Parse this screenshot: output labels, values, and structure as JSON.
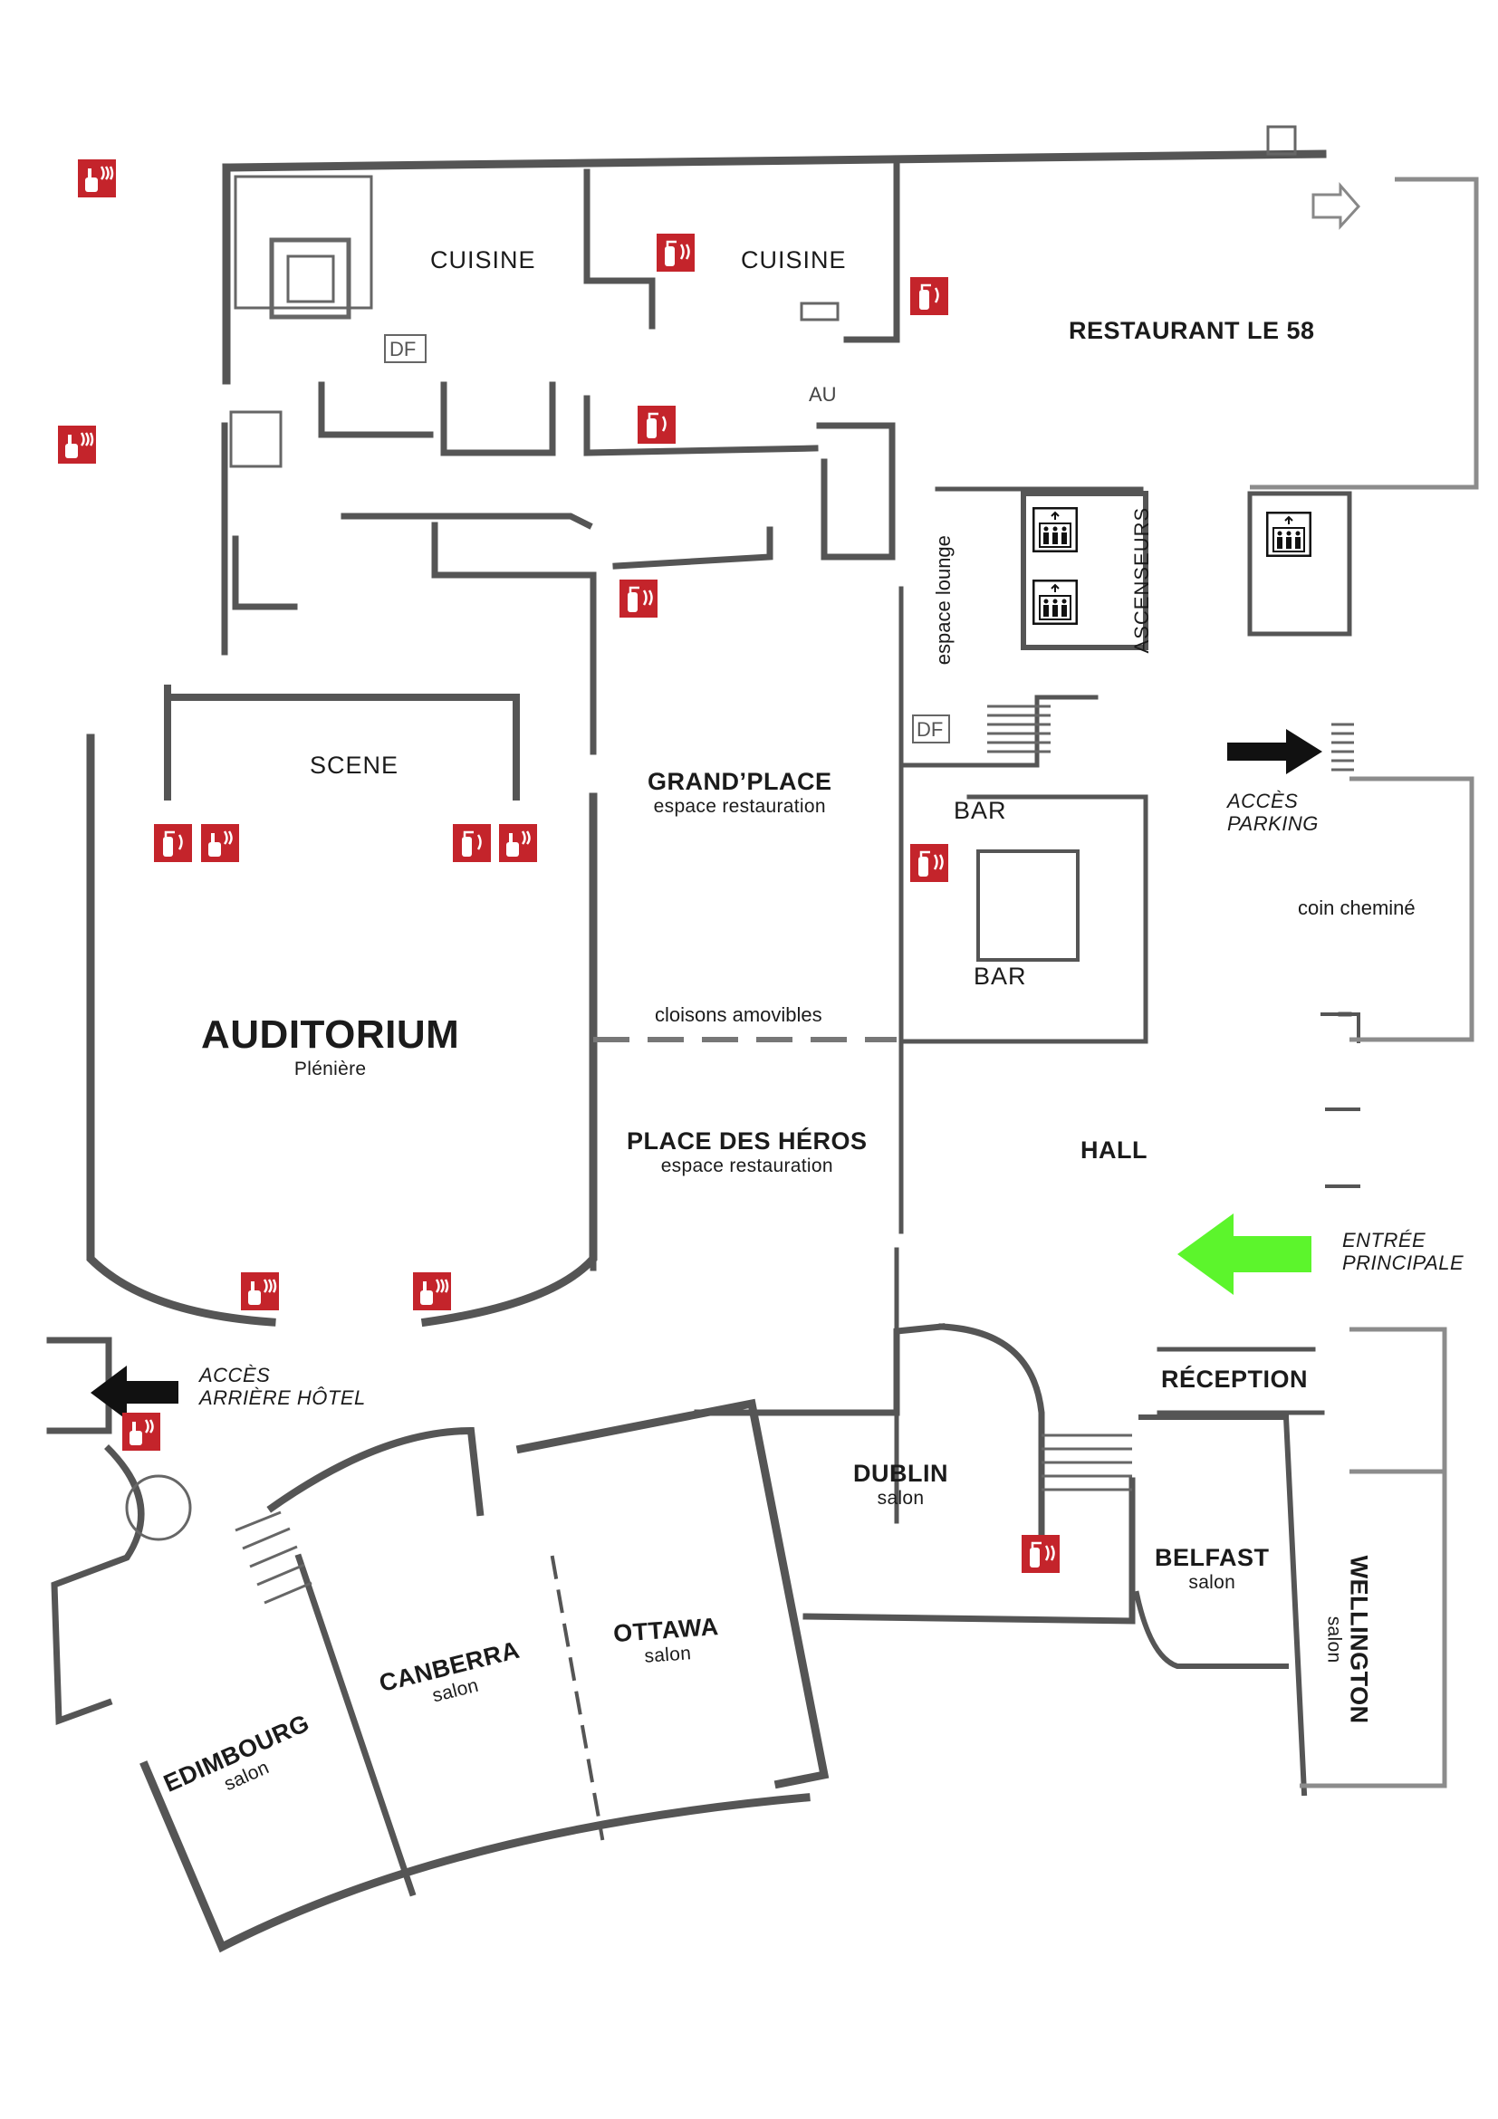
{
  "rooms": {
    "cuisine_1": "CUISINE",
    "cuisine_2": "CUISINE",
    "restaurant": "RESTAURANT LE 58",
    "espace_lounge": "espace lounge",
    "ascenseurs": "ASCENSEURS",
    "scene": "SCENE",
    "grandplace": {
      "name": "GRAND’PLACE",
      "sub": "espace restauration"
    },
    "bar_1": "BAR",
    "bar_2": "BAR",
    "acces_parking": [
      "ACCÈS",
      "PARKING"
    ],
    "coin_chemine": "coin cheminé",
    "auditorium": {
      "name": "AUDITORIUM",
      "sub": "Plénière"
    },
    "cloisons": "cloisons amovibles",
    "place_heros": {
      "name": "PLACE DES HÉROS",
      "sub": "espace restauration"
    },
    "hall": "HALL",
    "entree": [
      "ENTRÉE",
      "PRINCIPALE"
    ],
    "acces_arriere": [
      "ACCÈS",
      "ARRIÈRE HÔTEL"
    ],
    "reception": "RÉCEPTION",
    "dublin": {
      "name": "DUBLIN",
      "sub": "salon"
    },
    "belfast": {
      "name": "BELFAST",
      "sub": "salon"
    },
    "wellington": {
      "name": "WELLINGTON",
      "sub": "salon"
    },
    "ottawa": {
      "name": "OTTAWA",
      "sub": "salon"
    },
    "canberra": {
      "name": "CANBERRA",
      "sub": "salon"
    },
    "edimbourg": {
      "name": "EDIMBOURG",
      "sub": "salon"
    }
  },
  "plan_codes": {
    "df_1": "DF",
    "df_2": "DF",
    "au": "AU"
  },
  "colors": {
    "fire_red": "#c4242b",
    "wall": "#5a5a5a",
    "outline_grey": "#8c8c8c",
    "entry_green": "#5cf52c",
    "arrow_black": "#111111"
  },
  "icons": {
    "extinguisher": "fire-extinguisher-icon",
    "alarm": "fire-alarm-call-point-icon",
    "elevator": "elevator-icon"
  }
}
